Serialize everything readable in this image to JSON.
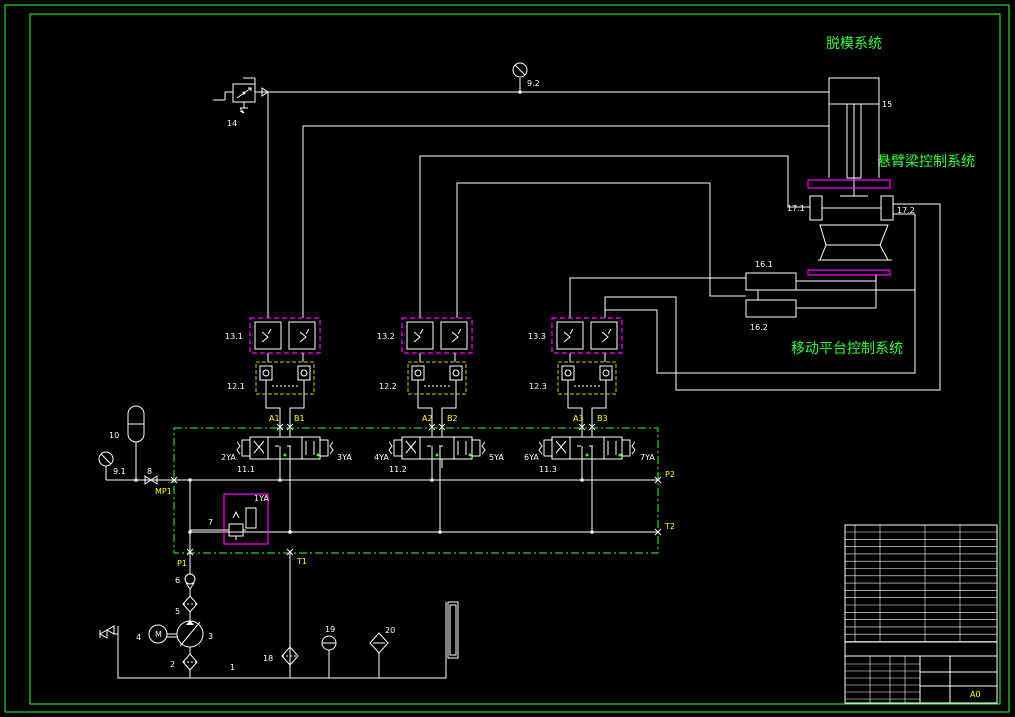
{
  "systems": {
    "demolding": "脱模系统",
    "cantilever": "悬臂梁控制系统",
    "mobile_platform": "移动平台控制系统"
  },
  "component_labels": {
    "relief_14": "14",
    "gauge_92": "9.2",
    "cylinder_15": "15",
    "cyl_171": "17.1",
    "cyl_172": "17.2",
    "cyl_161": "16.1",
    "cyl_162": "16.2",
    "check_131": "13.1",
    "check_132": "13.2",
    "check_133": "13.3",
    "lock_121": "12.1",
    "lock_122": "12.2",
    "lock_123": "12.3",
    "valve_111": "11.1",
    "valve_112": "11.2",
    "valve_113": "11.3",
    "accumulator_10": "10",
    "gauge_91": "9.1",
    "valve_8": "8",
    "valve_7": "7",
    "filter_6": "6",
    "filter_5": "5",
    "motor_4": "4",
    "pump_3": "3",
    "filter_2": "2",
    "tank_1": "1",
    "filter_18": "18",
    "gauge_19": "19",
    "cooler_20": "20"
  },
  "port_labels": {
    "a1": "A1",
    "b1": "B1",
    "a2": "A2",
    "b2": "B2",
    "a3": "A3",
    "b3": "B3",
    "p1": "P1",
    "p2": "P2",
    "t1": "T1",
    "t2": "T2",
    "mp1": "MP1"
  },
  "solenoid_labels": {
    "ya1": "1YA",
    "ya2": "2YA",
    "ya3": "3YA",
    "ya4": "4YA",
    "ya5": "5YA",
    "ya6": "6YA",
    "ya7": "7YA"
  },
  "motor_symbol": "M",
  "title_block": {
    "sheet_size": "A0"
  },
  "colors": {
    "background": "#000000",
    "line": "#ffffff",
    "valve_box": "#ff00ff",
    "lock_box": "#cccc00",
    "manifold": "#33ff33",
    "label": "#ffff00"
  }
}
